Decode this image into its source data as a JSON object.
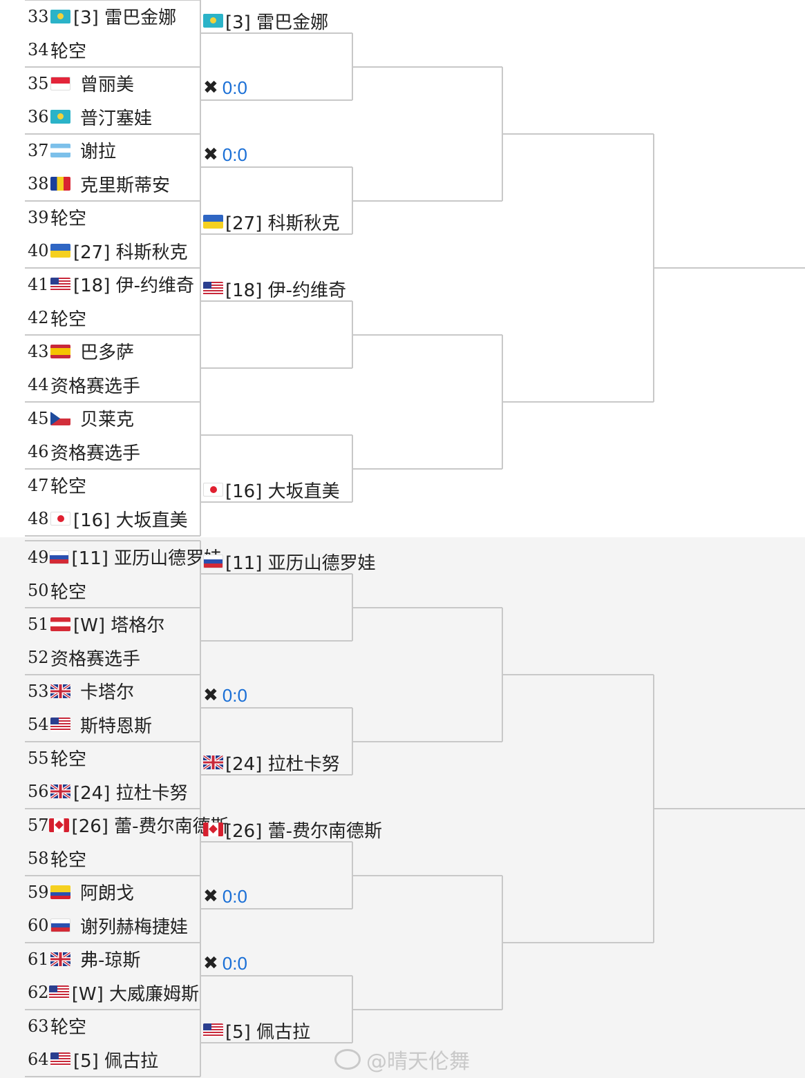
{
  "colors": {
    "score": "#1a6fd6",
    "line": "#c8c8c8",
    "bg_top": "#ffffff",
    "bg_bottom": "#f4f4f4",
    "watermark": "#c9c9c9"
  },
  "round1": [
    {
      "num": "33",
      "flag": "kz",
      "name": "[3] 雷巴金娜"
    },
    {
      "num": "34",
      "flag": "",
      "name": "轮空"
    },
    {
      "num": "35",
      "flag": "id",
      "name": "曾丽美"
    },
    {
      "num": "36",
      "flag": "kz",
      "name": "普汀塞娃"
    },
    {
      "num": "37",
      "flag": "ar",
      "name": "谢拉"
    },
    {
      "num": "38",
      "flag": "ro",
      "name": "克里斯蒂安"
    },
    {
      "num": "39",
      "flag": "",
      "name": "轮空"
    },
    {
      "num": "40",
      "flag": "ua",
      "name": "[27] 科斯秋克"
    },
    {
      "num": "41",
      "flag": "us",
      "name": "[18] 伊-约维奇"
    },
    {
      "num": "42",
      "flag": "",
      "name": "轮空"
    },
    {
      "num": "43",
      "flag": "es",
      "name": "巴多萨"
    },
    {
      "num": "44",
      "flag": "",
      "name": "资格赛选手"
    },
    {
      "num": "45",
      "flag": "cz",
      "name": "贝莱克"
    },
    {
      "num": "46",
      "flag": "",
      "name": "资格赛选手"
    },
    {
      "num": "47",
      "flag": "",
      "name": "轮空"
    },
    {
      "num": "48",
      "flag": "jp",
      "name": "[16] 大坂直美"
    },
    {
      "num": "49",
      "flag": "ru",
      "name": "[11] 亚历山德罗娃"
    },
    {
      "num": "50",
      "flag": "",
      "name": "轮空"
    },
    {
      "num": "51",
      "flag": "at",
      "name": "[W] 塔格尔"
    },
    {
      "num": "52",
      "flag": "",
      "name": "资格赛选手"
    },
    {
      "num": "53",
      "flag": "gb",
      "name": "卡塔尔"
    },
    {
      "num": "54",
      "flag": "us",
      "name": "斯特恩斯"
    },
    {
      "num": "55",
      "flag": "",
      "name": "轮空"
    },
    {
      "num": "56",
      "flag": "gb",
      "name": "[24] 拉杜卡努"
    },
    {
      "num": "57",
      "flag": "ca",
      "name": "[26] 蕾-费尔南德斯"
    },
    {
      "num": "58",
      "flag": "",
      "name": "轮空"
    },
    {
      "num": "59",
      "flag": "co",
      "name": "阿朗戈"
    },
    {
      "num": "60",
      "flag": "ru",
      "name": "谢列赫梅捷娃"
    },
    {
      "num": "61",
      "flag": "gb",
      "name": "弗-琼斯"
    },
    {
      "num": "62",
      "flag": "us",
      "name": "[W] 大威廉姆斯"
    },
    {
      "num": "63",
      "flag": "",
      "name": "轮空"
    },
    {
      "num": "64",
      "flag": "us",
      "name": "[5] 佩古拉"
    }
  ],
  "round2": [
    {
      "flag": "kz",
      "name": "[3] 雷巴金娜",
      "score": ""
    },
    {
      "flag": "",
      "name": "",
      "score": "0:0",
      "pending": true
    },
    {
      "flag": "",
      "name": "",
      "score": "0:0",
      "pending": true
    },
    {
      "flag": "ua",
      "name": "[27] 科斯秋克",
      "score": ""
    },
    {
      "flag": "us",
      "name": "[18] 伊-约维奇",
      "score": ""
    },
    {
      "flag": "",
      "name": "",
      "score": "",
      "pending": false
    },
    {
      "flag": "",
      "name": "",
      "score": "",
      "pending": false
    },
    {
      "flag": "jp",
      "name": "[16] 大坂直美",
      "score": ""
    },
    {
      "flag": "ru",
      "name": "[11] 亚历山德罗娃",
      "score": ""
    },
    {
      "flag": "",
      "name": "",
      "score": "",
      "pending": false
    },
    {
      "flag": "",
      "name": "",
      "score": "0:0",
      "pending": true
    },
    {
      "flag": "gb",
      "name": "[24] 拉杜卡努",
      "score": ""
    },
    {
      "flag": "ca",
      "name": "[26] 蕾-费尔南德斯",
      "score": ""
    },
    {
      "flag": "",
      "name": "",
      "score": "0:0",
      "pending": true
    },
    {
      "flag": "",
      "name": "",
      "score": "0:0",
      "pending": true
    },
    {
      "flag": "us",
      "name": "[5] 佩古拉",
      "score": ""
    }
  ],
  "watermark": "@晴天伦舞"
}
